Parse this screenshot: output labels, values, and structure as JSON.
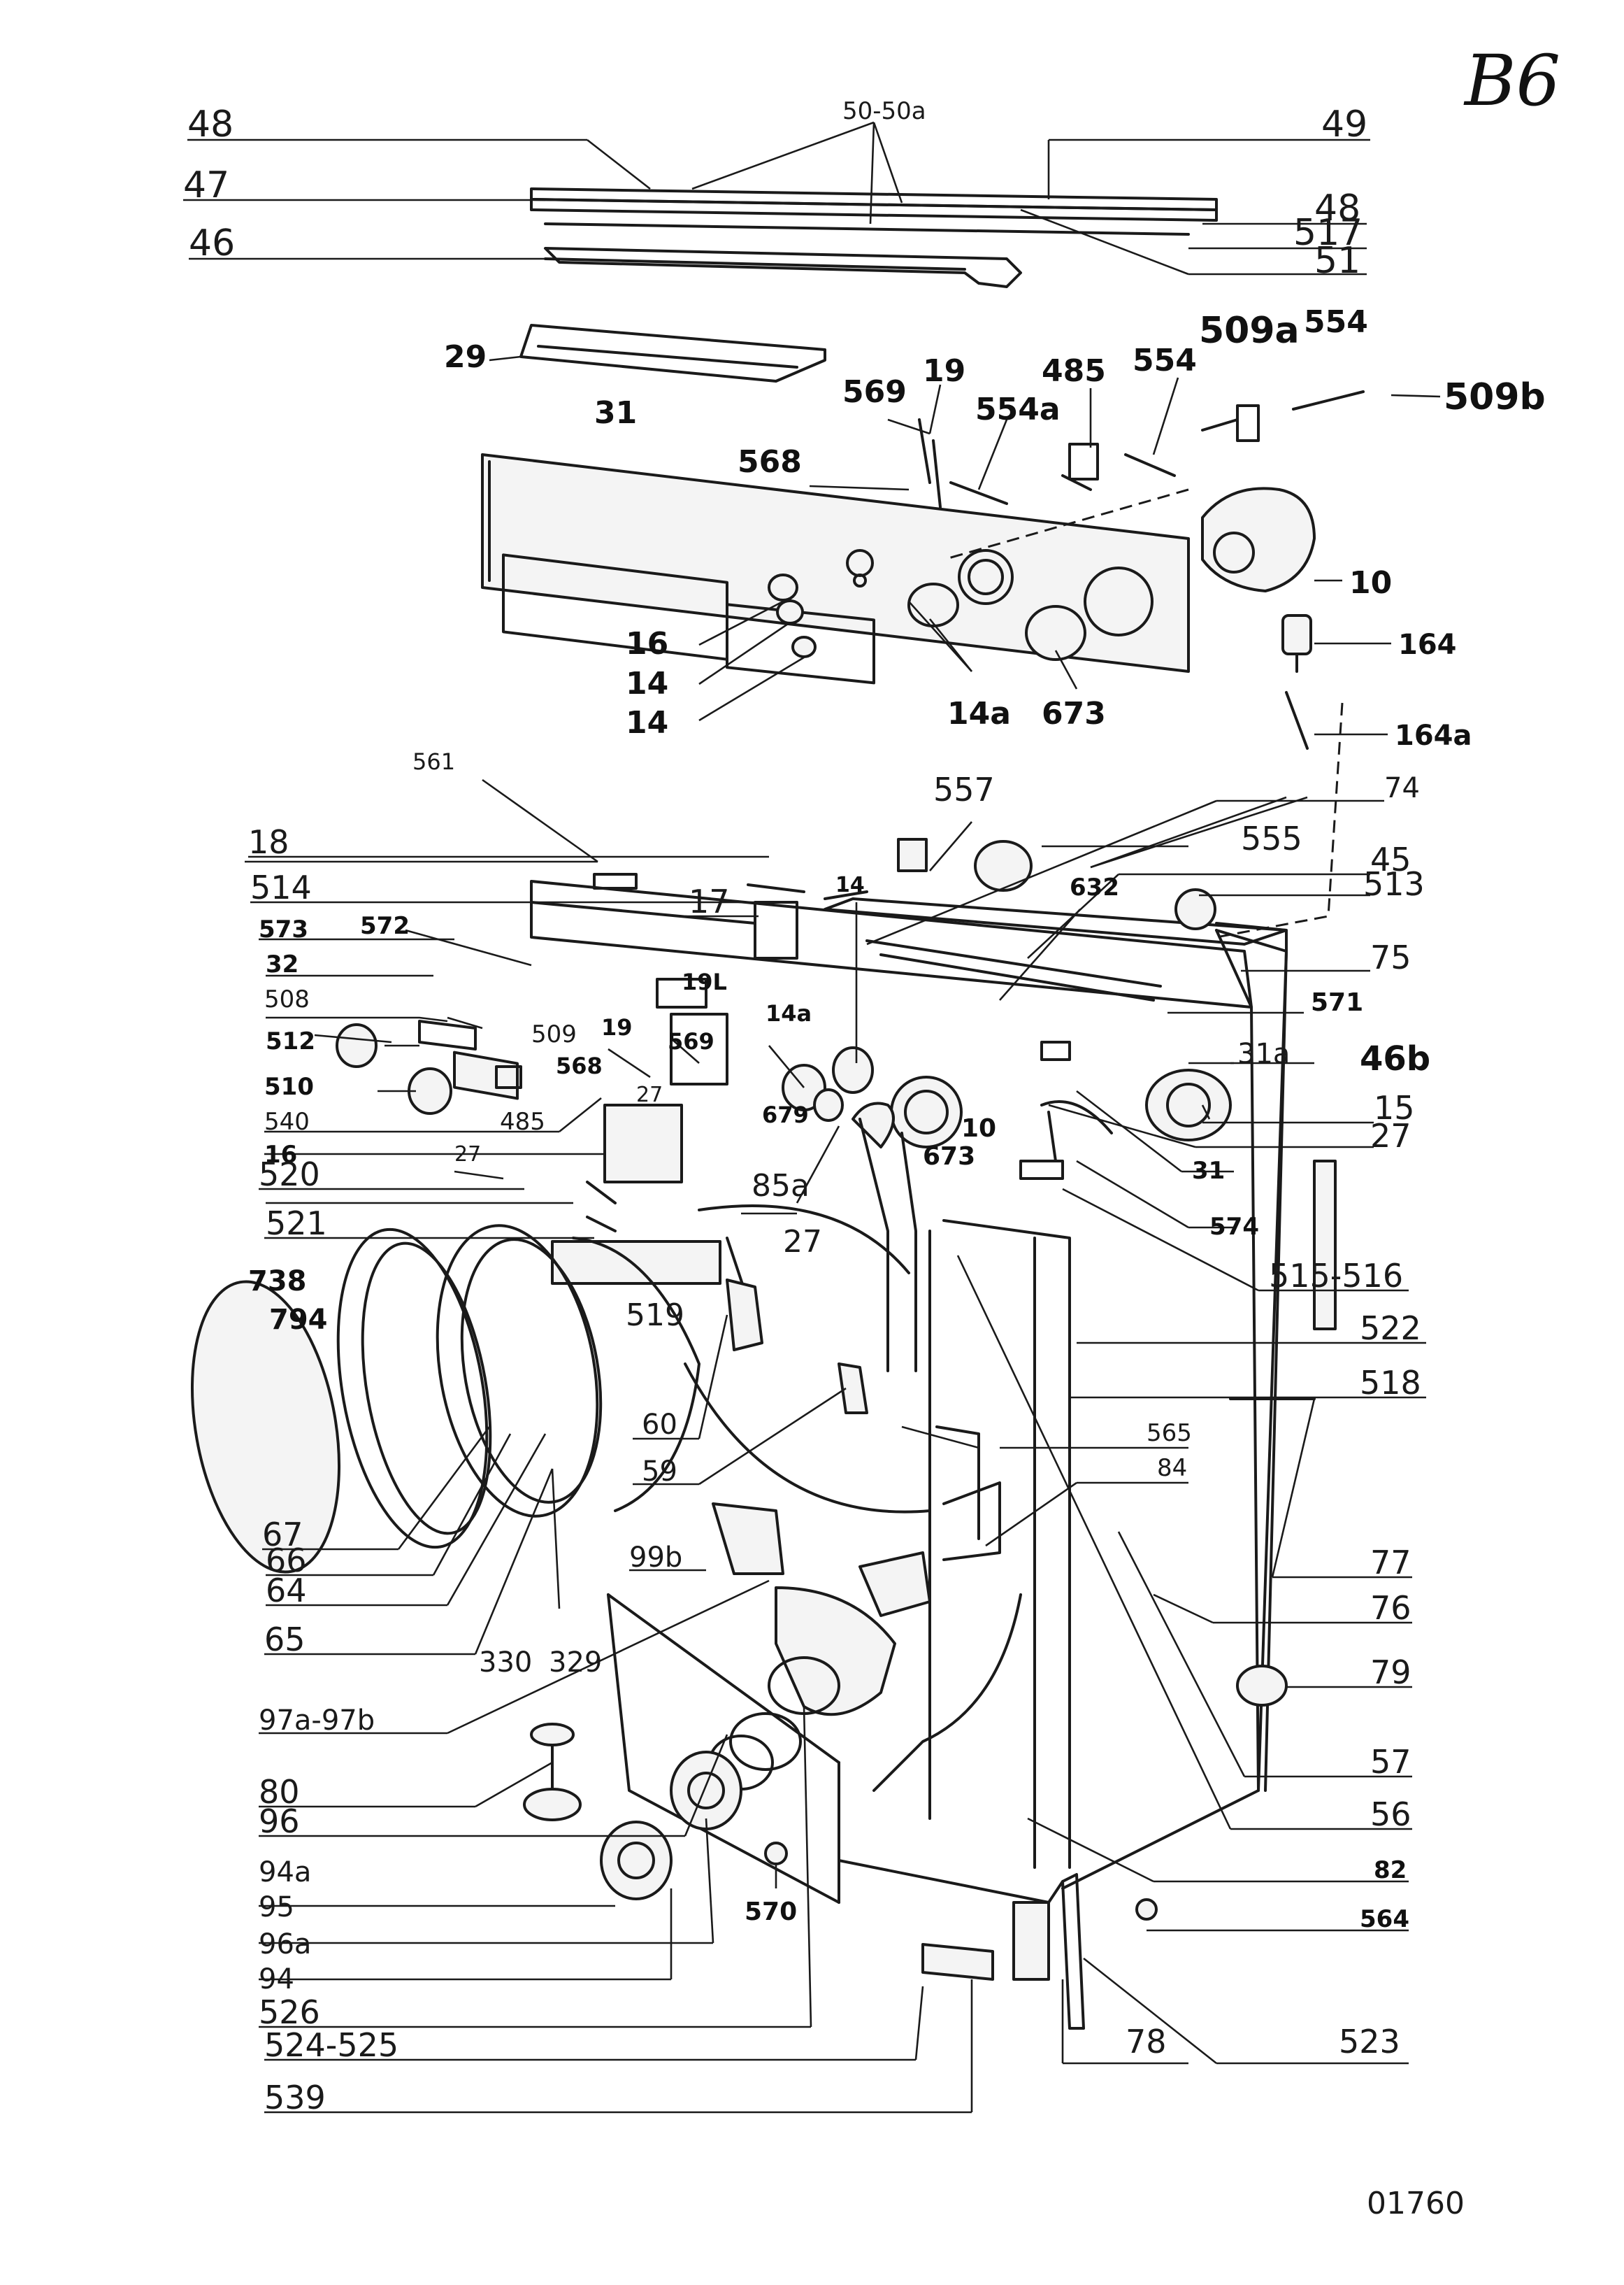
{
  "sheet": {
    "corner_mark": "B6",
    "footer_code": "01760"
  },
  "labels": {
    "l_50_50a": "50-50a",
    "l48a": "48",
    "l49": "49",
    "l47": "47",
    "l48b": "48",
    "l517": "517",
    "l46": "46",
    "l51": "51",
    "l29": "29",
    "l509a": "509a",
    "l554a_top": "554",
    "l19_top": "19",
    "l485_top": "485",
    "l554b_top": "554",
    "l509b": "509b",
    "l569_top": "569",
    "l554a": "554a",
    "l31_top": "31",
    "l568_top": "568",
    "l10_top": "10",
    "l16_top": "16",
    "l14_top_a": "14",
    "l14_top_b": "14",
    "l164": "164",
    "l14a_top": "14a",
    "l673_top": "673",
    "l164a": "164a",
    "l561": "561",
    "l557": "557",
    "l74": "74",
    "l18": "18",
    "l555": "555",
    "l45": "45",
    "l514": "514",
    "l17": "17",
    "l14_mid": "14",
    "l632": "632",
    "l513": "513",
    "l573": "573",
    "l572": "572",
    "l75": "75",
    "l32": "32",
    "l571": "571",
    "l508": "508",
    "l509_mid": "509",
    "l19_mid": "19",
    "l19L": "19L",
    "l14a_mid": "14a",
    "l31a": "31a",
    "l512": "512",
    "l568_mid": "568",
    "l569_mid": "569",
    "l46b": "46b",
    "l510": "510",
    "l27_a": "27",
    "l679": "679",
    "l15": "15",
    "l540": "540",
    "l10_mid": "10",
    "l485_mid": "485",
    "l27_b": "27",
    "l16_mid": "16",
    "l27_c": "27",
    "l673_mid": "673",
    "l31_mid": "31",
    "l520": "520",
    "l85a": "85a",
    "l574": "574",
    "l521": "521",
    "l27_d": "27",
    "l515_516": "515-516",
    "l738": "738",
    "l794": "794",
    "l519": "519",
    "l522": "522",
    "l518": "518",
    "l60": "60",
    "l565": "565",
    "l59": "59",
    "l84": "84",
    "l67": "67",
    "l99b": "99b",
    "l77": "77",
    "l66": "66",
    "l76": "76",
    "l64": "64",
    "l65": "65",
    "l330": "330",
    "l329": "329",
    "l79": "79",
    "l97a_97b": "97a-97b",
    "l80": "80",
    "l57": "57",
    "l96": "96",
    "l56": "56",
    "l94a": "94a",
    "l82": "82",
    "l95": "95",
    "l570": "570",
    "l564": "564",
    "l96a": "96a",
    "l94": "94",
    "l526": "526",
    "l524_525": "524-525",
    "l78": "78",
    "l523": "523",
    "l539": "539"
  }
}
